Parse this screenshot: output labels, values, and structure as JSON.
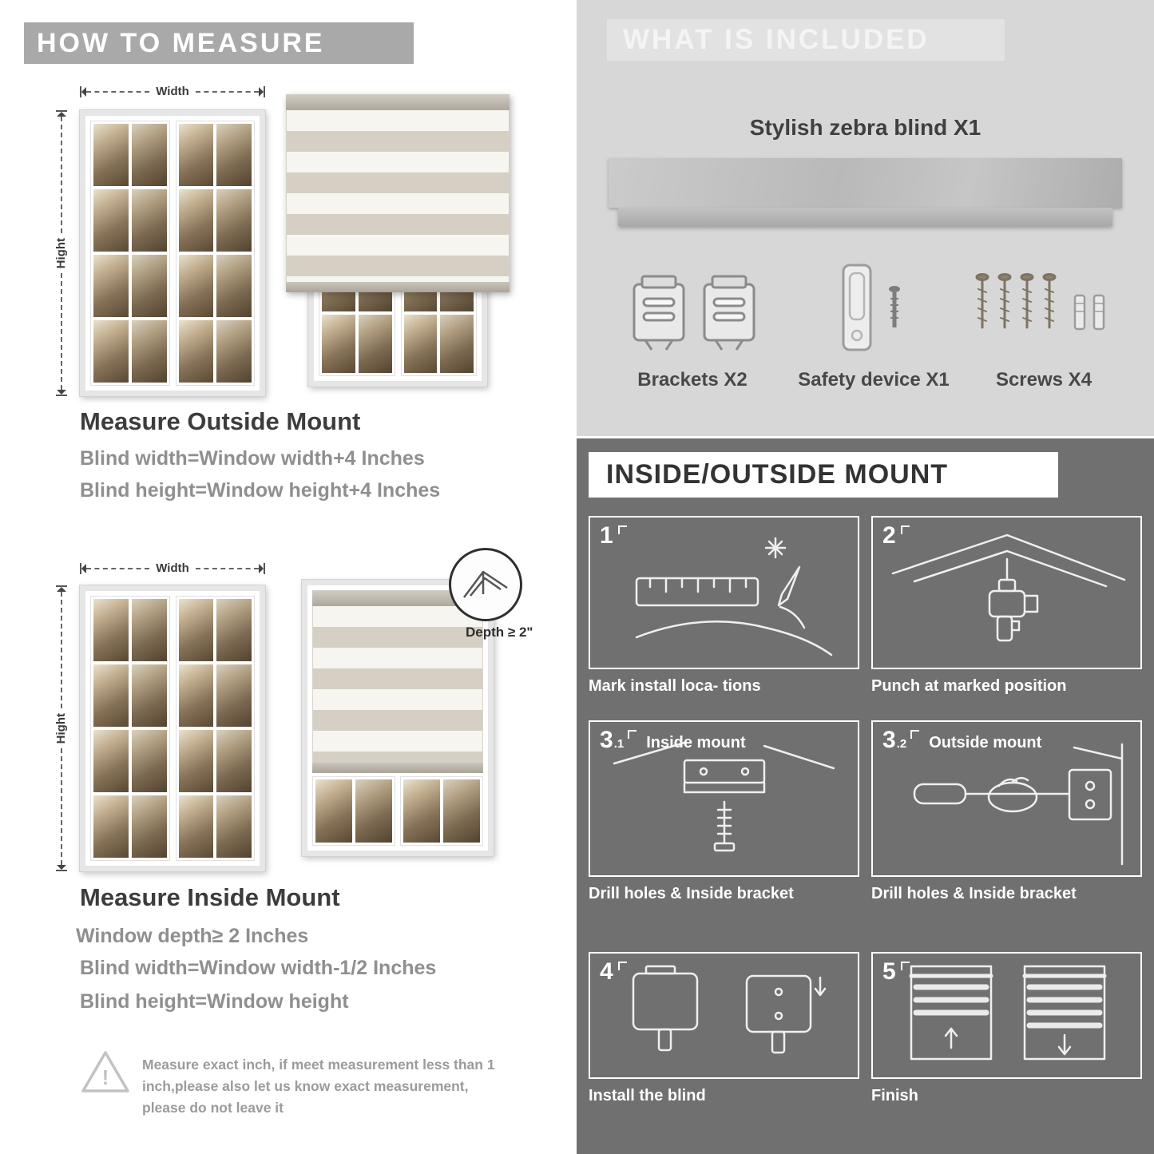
{
  "how_to_measure": {
    "banner": "HOW TO MEASURE",
    "outside": {
      "width_label": "Width",
      "height_label": "Hight",
      "heading": "Measure Outside Mount",
      "lines": [
        "Blind width=Window width+4 Inches",
        "Blind height=Window height+4 Inches"
      ]
    },
    "inside": {
      "width_label": "Width",
      "height_label": "Hight",
      "depth_callout": "Depth ≥ 2\"",
      "heading": "Measure Inside Mount",
      "lines": [
        "Window depth≥ 2 Inches",
        "Blind width=Window width-1/2 Inches",
        "Blind height=Window height"
      ]
    },
    "warning_mark": "!",
    "warning_text": "Measure exact inch, if meet measurement less than 1 inch,please also let us know exact measurement, please do not leave it"
  },
  "included": {
    "banner": "WHAT IS INCLUDED",
    "product_label": "Stylish zebra blind X1",
    "items": [
      {
        "label": "Brackets X2"
      },
      {
        "label": "Safety device X1"
      },
      {
        "label": "Screws X4"
      }
    ]
  },
  "mount_guide": {
    "banner": "INSIDE/OUTSIDE MOUNT",
    "steps": [
      {
        "num": "1",
        "sub": "",
        "title": "",
        "caption": "Mark install loca- tions"
      },
      {
        "num": "2",
        "sub": "",
        "title": "",
        "caption": "Punch at  marked position"
      },
      {
        "num": "3",
        "sub": ".1",
        "title": "Inside mount",
        "caption": "Drill holes &  Inside bracket"
      },
      {
        "num": "3",
        "sub": ".2",
        "title": "Outside mount",
        "caption": "Drill holes &  Inside bracket"
      },
      {
        "num": "4",
        "sub": "",
        "title": "",
        "caption": "Install the blind"
      },
      {
        "num": "5",
        "sub": "",
        "title": "",
        "caption": "Finish"
      }
    ]
  },
  "colors": {
    "banner_gray": "#a9a9a9",
    "panel_light": "#d7d7d7",
    "panel_dark": "#707070",
    "heading_dark": "#3c3c3c",
    "body_gray": "#8f8f8f"
  }
}
